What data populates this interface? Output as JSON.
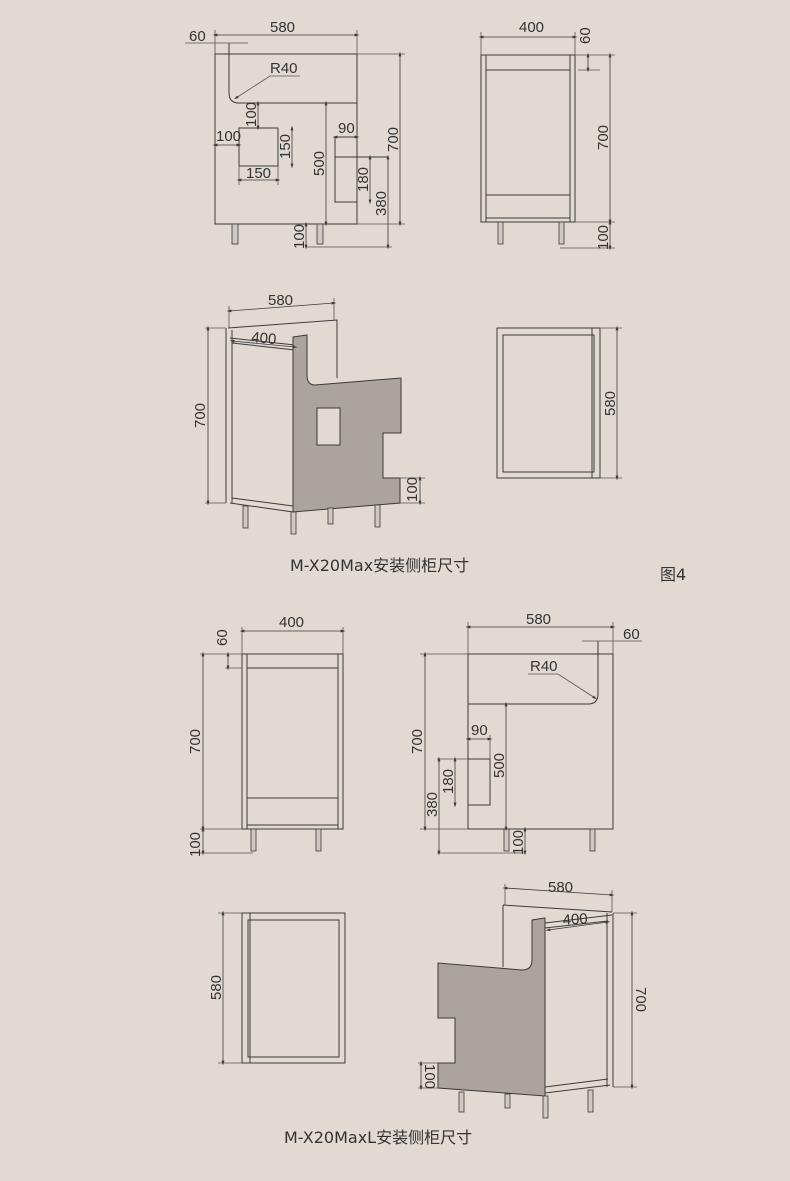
{
  "figure_label": "图4",
  "captions": {
    "max": "M-X20Max安装侧柜尺寸",
    "maxl": "M-X20MaxL安装侧柜尺寸"
  },
  "max_side_view": {
    "width": "580",
    "offset": "60",
    "radius": "R40",
    "hole_top": "100",
    "hole_left": "100",
    "hole_height": "150",
    "hole_width": "150",
    "notch_height": "500",
    "slot_width": "90",
    "slot_height": "180",
    "slot_bottom": "380",
    "height": "700",
    "leg": "100"
  },
  "max_front_view": {
    "width": "400",
    "rail": "60",
    "height": "700",
    "leg": "100"
  },
  "max_iso_view": {
    "depth": "580",
    "width": "400",
    "height": "700",
    "notch": "100"
  },
  "max_top_view": {
    "depth": "580"
  },
  "maxl_front_view": {
    "width": "400",
    "rail": "60",
    "height": "700",
    "leg": "100"
  },
  "maxl_side_view": {
    "width": "580",
    "offset": "60",
    "radius": "R40",
    "slot_width": "90",
    "notch_height": "500",
    "slot_height": "180",
    "slot_bottom": "380",
    "height": "700",
    "leg": "100"
  },
  "maxl_top_view": {
    "depth": "580"
  },
  "maxl_iso_view": {
    "depth": "580",
    "width": "400",
    "height": "700",
    "notch": "100"
  },
  "colors": {
    "background": "#e2d9d3",
    "panel": "#aaa39e",
    "line": "#3a3a3a"
  }
}
